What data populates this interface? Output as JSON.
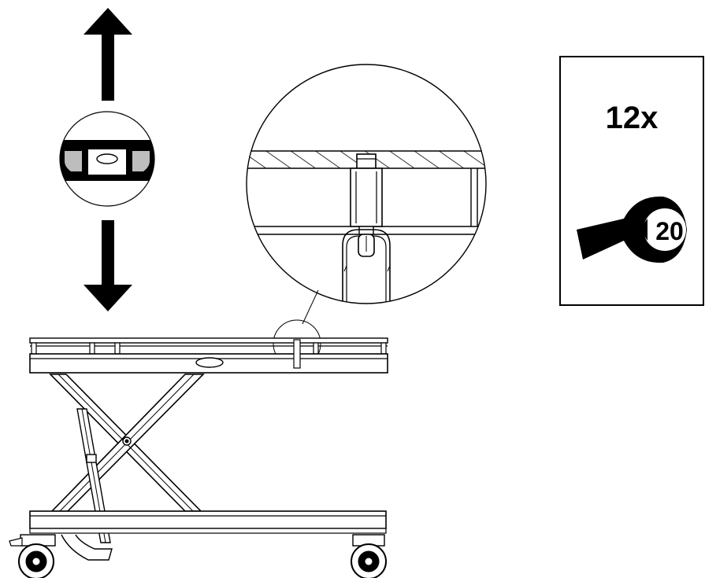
{
  "tool_panel": {
    "quantity": "12x",
    "wrench_size": "20"
  },
  "icons": {
    "vertical_arrows": "double-vertical-arrow-icon",
    "level": "spirit-level-icon",
    "wrench": "wrench-icon",
    "magnifier": "detail-zoom-circle"
  },
  "colors": {
    "line": "#000000",
    "fill_gray": "#bdbdbd",
    "background": "#ffffff"
  }
}
